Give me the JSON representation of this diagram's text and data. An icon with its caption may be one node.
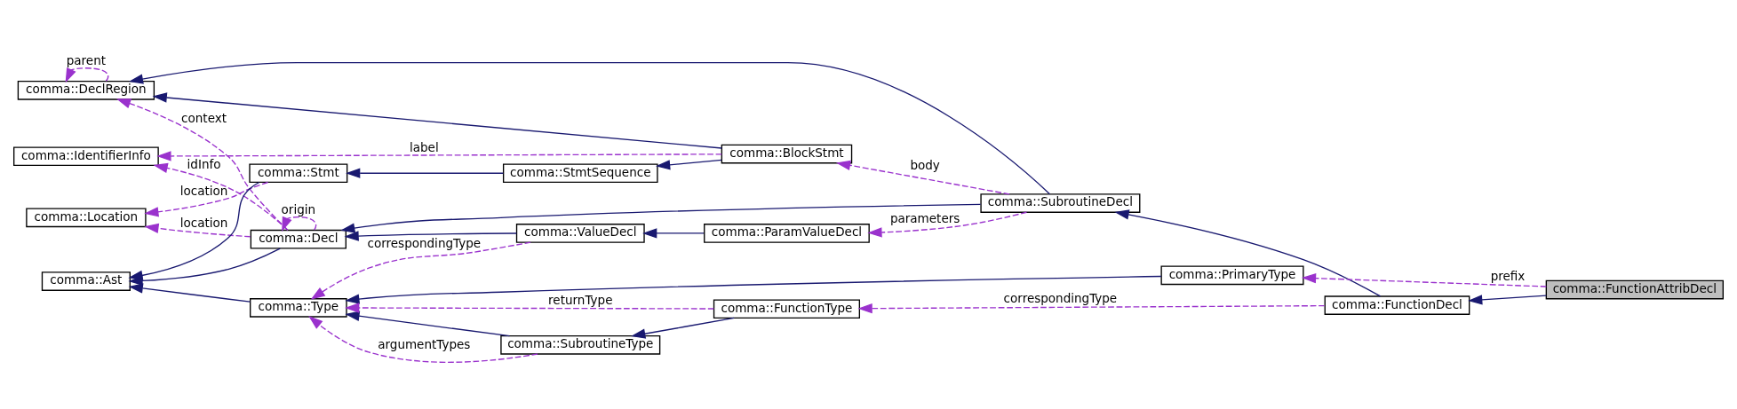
{
  "diagram": {
    "nodes": [
      {
        "text": [
          "comma::DeclRegion"
        ]
      },
      {
        "text": [
          "comma::IdentifierInfo"
        ]
      },
      {
        "text": [
          "comma::Location"
        ]
      },
      {
        "text": [
          "comma::Ast"
        ]
      },
      {
        "text": [
          "comma::Decl"
        ]
      },
      {
        "text": [
          "comma::Stmt"
        ]
      },
      {
        "text": [
          "comma::Type"
        ]
      },
      {
        "text": [
          "comma::StmtSequence"
        ]
      },
      {
        "text": [
          "comma::ValueDecl"
        ]
      },
      {
        "text": [
          "comma::SubroutineType"
        ]
      },
      {
        "text": [
          "comma::PrimaryType"
        ]
      },
      {
        "text": [
          "comma::BlockStmt"
        ]
      },
      {
        "text": [
          "comma::ParamValueDecl"
        ]
      },
      {
        "text": [
          "comma::FunctionType"
        ]
      },
      {
        "text": [
          "comma::SubroutineDecl"
        ]
      },
      {
        "text": [
          "comma::FunctionDecl"
        ]
      },
      {
        "text": [
          "comma::FunctionAttribDecl"
        ]
      }
    ],
    "edges": [
      {
        "from": 0,
        "to": 0,
        "arrow": "to",
        "label": "parent",
        "style": "dashed",
        "color": "#9a32cd"
      },
      {
        "from": 14,
        "to": 0,
        "arrow": "to"
      },
      {
        "from": 11,
        "to": 0,
        "arrow": "to"
      },
      {
        "from": 4,
        "to": 0,
        "arrow": "to",
        "label": "context",
        "style": "dashed",
        "color": "#9a32cd"
      },
      {
        "from": 4,
        "to": 1,
        "arrow": "to",
        "label": "idInfo",
        "style": "dashed",
        "color": "#9a32cd"
      },
      {
        "from": 11,
        "to": 1,
        "arrow": "to",
        "label": "label",
        "style": "dashed",
        "color": "#9a32cd"
      },
      {
        "from": 4,
        "to": 4,
        "arrow": "to",
        "label": "origin",
        "style": "dashed",
        "color": "#9a32cd"
      },
      {
        "from": 4,
        "to": 2,
        "arrow": "to",
        "label": "location",
        "style": "dashed",
        "color": "#9a32cd"
      },
      {
        "from": 5,
        "to": 2,
        "arrow": "to",
        "label": "location",
        "style": "dashed",
        "color": "#9a32cd"
      },
      {
        "from": 4,
        "to": 3,
        "arrow": "to"
      },
      {
        "from": 5,
        "to": 3,
        "arrow": "to"
      },
      {
        "from": 6,
        "to": 3,
        "arrow": "to"
      },
      {
        "from": 14,
        "to": 4,
        "arrow": "to"
      },
      {
        "from": 7,
        "to": 5,
        "arrow": "to"
      },
      {
        "from": 8,
        "to": 4,
        "arrow": "to"
      },
      {
        "from": 8,
        "to": 6,
        "arrow": "to",
        "label": "correspondingType",
        "style": "dashed",
        "color": "#9a32cd"
      },
      {
        "from": 11,
        "to": 7,
        "arrow": "to"
      },
      {
        "from": 12,
        "to": 8,
        "arrow": "to"
      },
      {
        "from": 10,
        "to": 6,
        "arrow": "to"
      },
      {
        "from": 9,
        "to": 6,
        "arrow": "to",
        "label": "argumentTypes",
        "style": "dashed",
        "color": "#9a32cd"
      },
      {
        "from": 9,
        "to": 6,
        "arrow": "to"
      },
      {
        "from": 13,
        "to": 6,
        "arrow": "to",
        "label": "returnType",
        "style": "dashed",
        "color": "#9a32cd"
      },
      {
        "from": 13,
        "to": 9,
        "arrow": "to"
      },
      {
        "from": 14,
        "to": 11,
        "arrow": "to",
        "label": "body",
        "style": "dashed",
        "color": "#9a32cd"
      },
      {
        "from": 14,
        "to": 12,
        "arrow": "to",
        "label": "parameters",
        "style": "dashed",
        "color": "#9a32cd"
      },
      {
        "from": 16,
        "to": 10,
        "arrow": "to",
        "label": "prefix",
        "style": "dashed",
        "color": "#9a32cd"
      },
      {
        "from": 15,
        "to": 14,
        "arrow": "to"
      },
      {
        "from": 15,
        "to": 13,
        "arrow": "to",
        "label": "correspondingType",
        "style": "dashed",
        "color": "#9a32cd"
      },
      {
        "from": 16,
        "to": 15,
        "arrow": "to"
      }
    ]
  }
}
